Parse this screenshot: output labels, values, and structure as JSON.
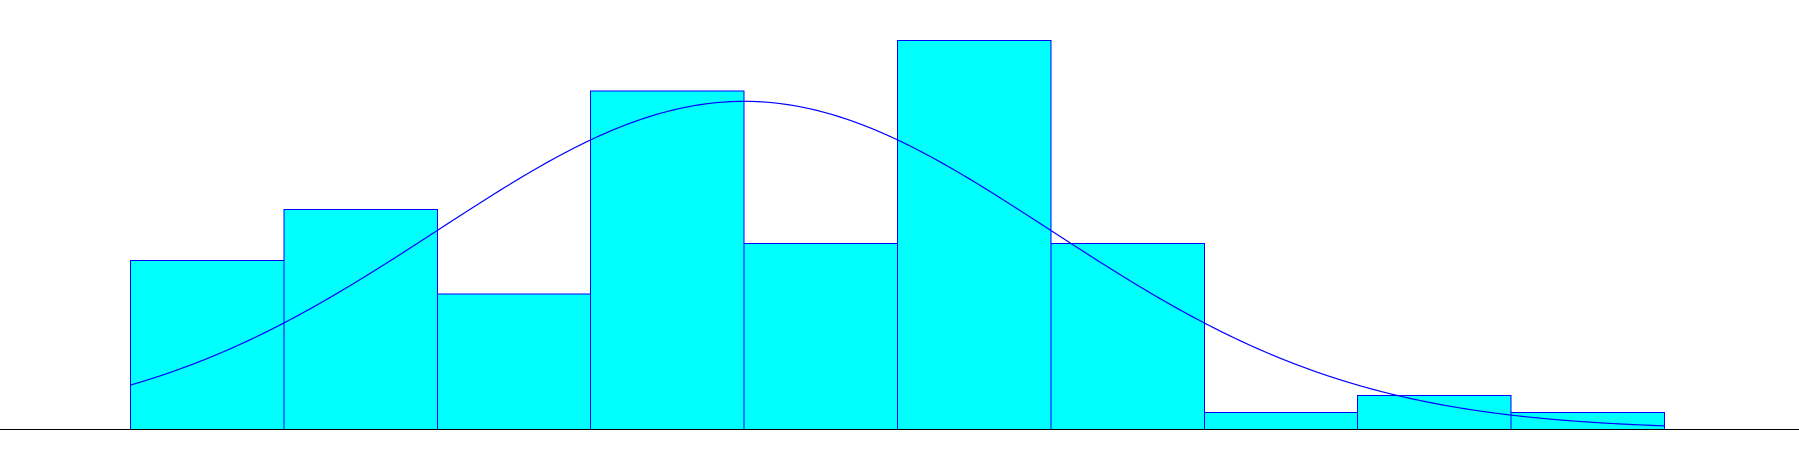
{
  "chart_data": {
    "type": "bar",
    "title": "",
    "xlabel": "",
    "ylabel": "",
    "bins": 10,
    "values": [
      10,
      13,
      8,
      20,
      11,
      23,
      11,
      1,
      2,
      1
    ],
    "ylim": [
      0,
      24
    ],
    "fit_curve": {
      "type": "normal",
      "mean_bin": 4.0,
      "sd_bins": 2.0,
      "peak": 19.4
    },
    "bar_color": "#00FFFF",
    "edge_color": "#0000FF",
    "curve_color": "#0000FF",
    "axis_color": "#000000",
    "grid": false
  }
}
